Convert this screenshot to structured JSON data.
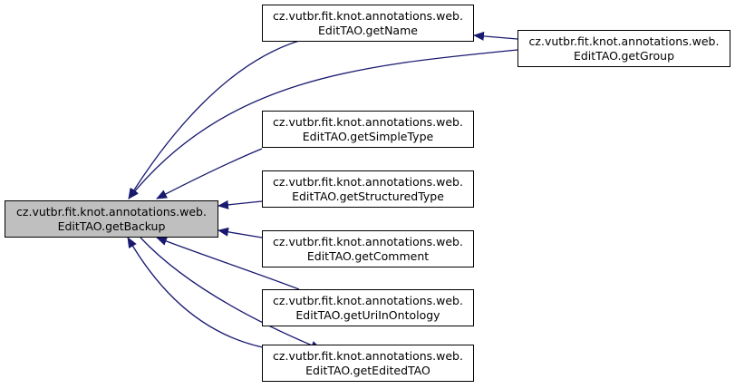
{
  "colors": {
    "edge": "#191970",
    "focus_fill": "#bfbfbf",
    "node_fill": "#ffffff",
    "border": "#000000"
  },
  "nodes": [
    {
      "id": "getBackup",
      "line1": "cz.vutbr.fit.knot.annotations.web.",
      "line2": "EditTAO.getBackup",
      "focus": true
    },
    {
      "id": "getName",
      "line1": "cz.vutbr.fit.knot.annotations.web.",
      "line2": "EditTAO.getName",
      "focus": false
    },
    {
      "id": "getGroup",
      "line1": "cz.vutbr.fit.knot.annotations.web.",
      "line2": "EditTAO.getGroup",
      "focus": false
    },
    {
      "id": "getSimpleType",
      "line1": "cz.vutbr.fit.knot.annotations.web.",
      "line2": "EditTAO.getSimpleType",
      "focus": false
    },
    {
      "id": "getStructuredType",
      "line1": "cz.vutbr.fit.knot.annotations.web.",
      "line2": "EditTAO.getStructuredType",
      "focus": false
    },
    {
      "id": "getComment",
      "line1": "cz.vutbr.fit.knot.annotations.web.",
      "line2": "EditTAO.getComment",
      "focus": false
    },
    {
      "id": "getUriInOntology",
      "line1": "cz.vutbr.fit.knot.annotations.web.",
      "line2": "EditTAO.getUriInOntology",
      "focus": false
    },
    {
      "id": "getEditedTAO",
      "line1": "cz.vutbr.fit.knot.annotations.web.",
      "line2": "EditTAO.getEditedTAO",
      "focus": false
    }
  ],
  "edges": [
    {
      "from": "getName",
      "to": "getBackup"
    },
    {
      "from": "getGroup",
      "to": "getBackup"
    },
    {
      "from": "getGroup",
      "to": "getName"
    },
    {
      "from": "getSimpleType",
      "to": "getBackup"
    },
    {
      "from": "getStructuredType",
      "to": "getBackup"
    },
    {
      "from": "getComment",
      "to": "getBackup"
    },
    {
      "from": "getUriInOntology",
      "to": "getBackup"
    },
    {
      "from": "getEditedTAO",
      "to": "getBackup"
    },
    {
      "from": "getBackup",
      "to": "getEditedTAO"
    }
  ]
}
